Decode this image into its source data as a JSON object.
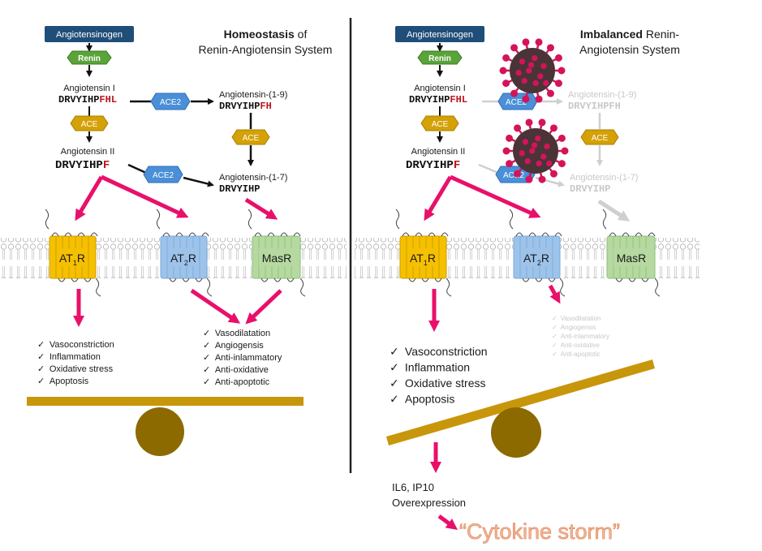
{
  "left": {
    "title_bold": "Homeostasis",
    "title_rest_1": " of",
    "title_line2": "Renin-Angiotensin System",
    "angiotensinogen": "Angiotensinogen",
    "renin": "Renin",
    "ang1_label": "Angiotensin I",
    "ang1_seq_black": "DRVYIHP",
    "ang1_seq_red": "FHL",
    "ace2_top": "ACE2",
    "ang19_label": "Angiotensin-(1-9)",
    "ang19_seq_black": "DRVYIHP",
    "ang19_seq_red": "FH",
    "ace_left": "ACE",
    "ace_right": "ACE",
    "ang2_label": "Angiotensin II",
    "ang2_seq_black": "DRVYIHP",
    "ang2_seq_red": "F",
    "ace2_bottom": "ACE2",
    "ang17_label": "Angiotensin-(1-7)",
    "ang17_seq": "DRVYIHP",
    "receptors": {
      "at1_base": "AT",
      "at1_sub": "1",
      "at1_end": "R",
      "at2_base": "AT",
      "at2_sub": "2",
      "at2_end": "R",
      "mas": "MasR"
    },
    "at1_effects": [
      "Vasoconstriction",
      "Inflammation",
      "Oxidative stress",
      "Apoptosis"
    ],
    "at2_effects": [
      "Vasodilatation",
      "Angiogensis",
      "Anti-inlammatory",
      "Anti-oxidative",
      "Anti-apoptotic"
    ]
  },
  "right": {
    "title_bold": "Imbalanced",
    "title_rest_1": " Renin-",
    "title_line2": "Angiotensin System",
    "angiotensinogen": "Angiotensinogen",
    "renin": "Renin",
    "ang1_label": "Angiotensin I",
    "ang1_seq_black": "DRVYIHP",
    "ang1_seq_red": "FHL",
    "ace2_top": "ACE2",
    "ang19_label": "Angiotensin-(1-9)",
    "ang19_seq": "DRVYIHPFH",
    "ace_left": "ACE",
    "ace_right": "ACE",
    "ang2_label": "Angiotensin II",
    "ang2_seq_black": "DRVYIHP",
    "ang2_seq_red": "F",
    "ace2_bottom": "ACE2",
    "ang17_label": "Angiotensin-(1-7)",
    "ang17_seq": "DRVYIHP",
    "receptors": {
      "at1_base": "AT",
      "at1_sub": "1",
      "at1_end": "R",
      "at2_base": "AT",
      "at2_sub": "2",
      "at2_end": "R",
      "mas": "MasR"
    },
    "at1_effects": [
      "Vasoconstriction",
      "Inflammation",
      "Oxidative stress",
      "Apoptosis"
    ],
    "at2_effects": [
      "Vasodilatation",
      "Angiogensis",
      "Anti-inlammatory",
      "Anti-oxidative",
      "Anti-apoptotic"
    ],
    "il6_line1": "IL6, IP10",
    "il6_line2": "Overexpression",
    "cytokine": "“Cytokine storm”"
  },
  "checkmark": "✓",
  "colors": {
    "navy": "#1f4e79",
    "renin_green": "#5aa339",
    "ace_gold": "#d4a106",
    "ace2_blue": "#4a8fd8",
    "arrow_pink": "#e8106a",
    "at1_yellow": "#f5c000",
    "at2_blue": "#9dc3ea",
    "mas_green": "#b5d9a0",
    "seesaw": "#c8960a",
    "fulcrum": "#8c6a00",
    "virus": "#d4145a",
    "virus_core": "#4a3438",
    "cytokine_orange": "#f0b89a"
  }
}
